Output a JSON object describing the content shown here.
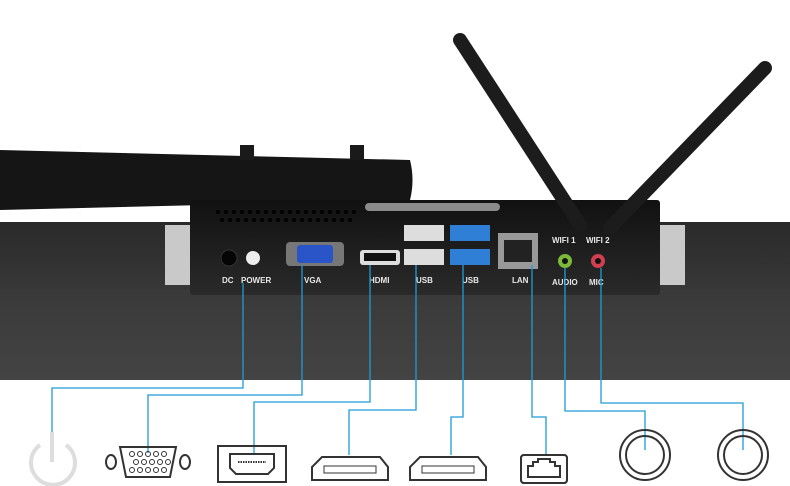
{
  "ports": [
    {
      "id": "dc",
      "label": "DC"
    },
    {
      "id": "power",
      "label": "POWER"
    },
    {
      "id": "vga",
      "label": "VGA"
    },
    {
      "id": "hdmi",
      "label": "HDMI"
    },
    {
      "id": "usb1",
      "label": "USB"
    },
    {
      "id": "usb2",
      "label": "USB"
    },
    {
      "id": "lan",
      "label": "LAN"
    },
    {
      "id": "audio",
      "label": "AUDIO"
    },
    {
      "id": "mic",
      "label": "MIC"
    },
    {
      "id": "wifi1",
      "label": "WIFI 1"
    },
    {
      "id": "wifi2",
      "label": "WIFI 2"
    }
  ],
  "icons": [
    "power-icon",
    "vga-connector-icon",
    "hdmi-connector-icon",
    "usb-connector-icon",
    "usb-connector-icon",
    "lan-connector-icon",
    "audio-jack-icon",
    "mic-jack-icon"
  ],
  "colors": {
    "leader_line": "#1e9bd7",
    "usb3_blue": "#2f7fd6",
    "audio_green": "#7db83a",
    "mic_red": "#d04050"
  }
}
